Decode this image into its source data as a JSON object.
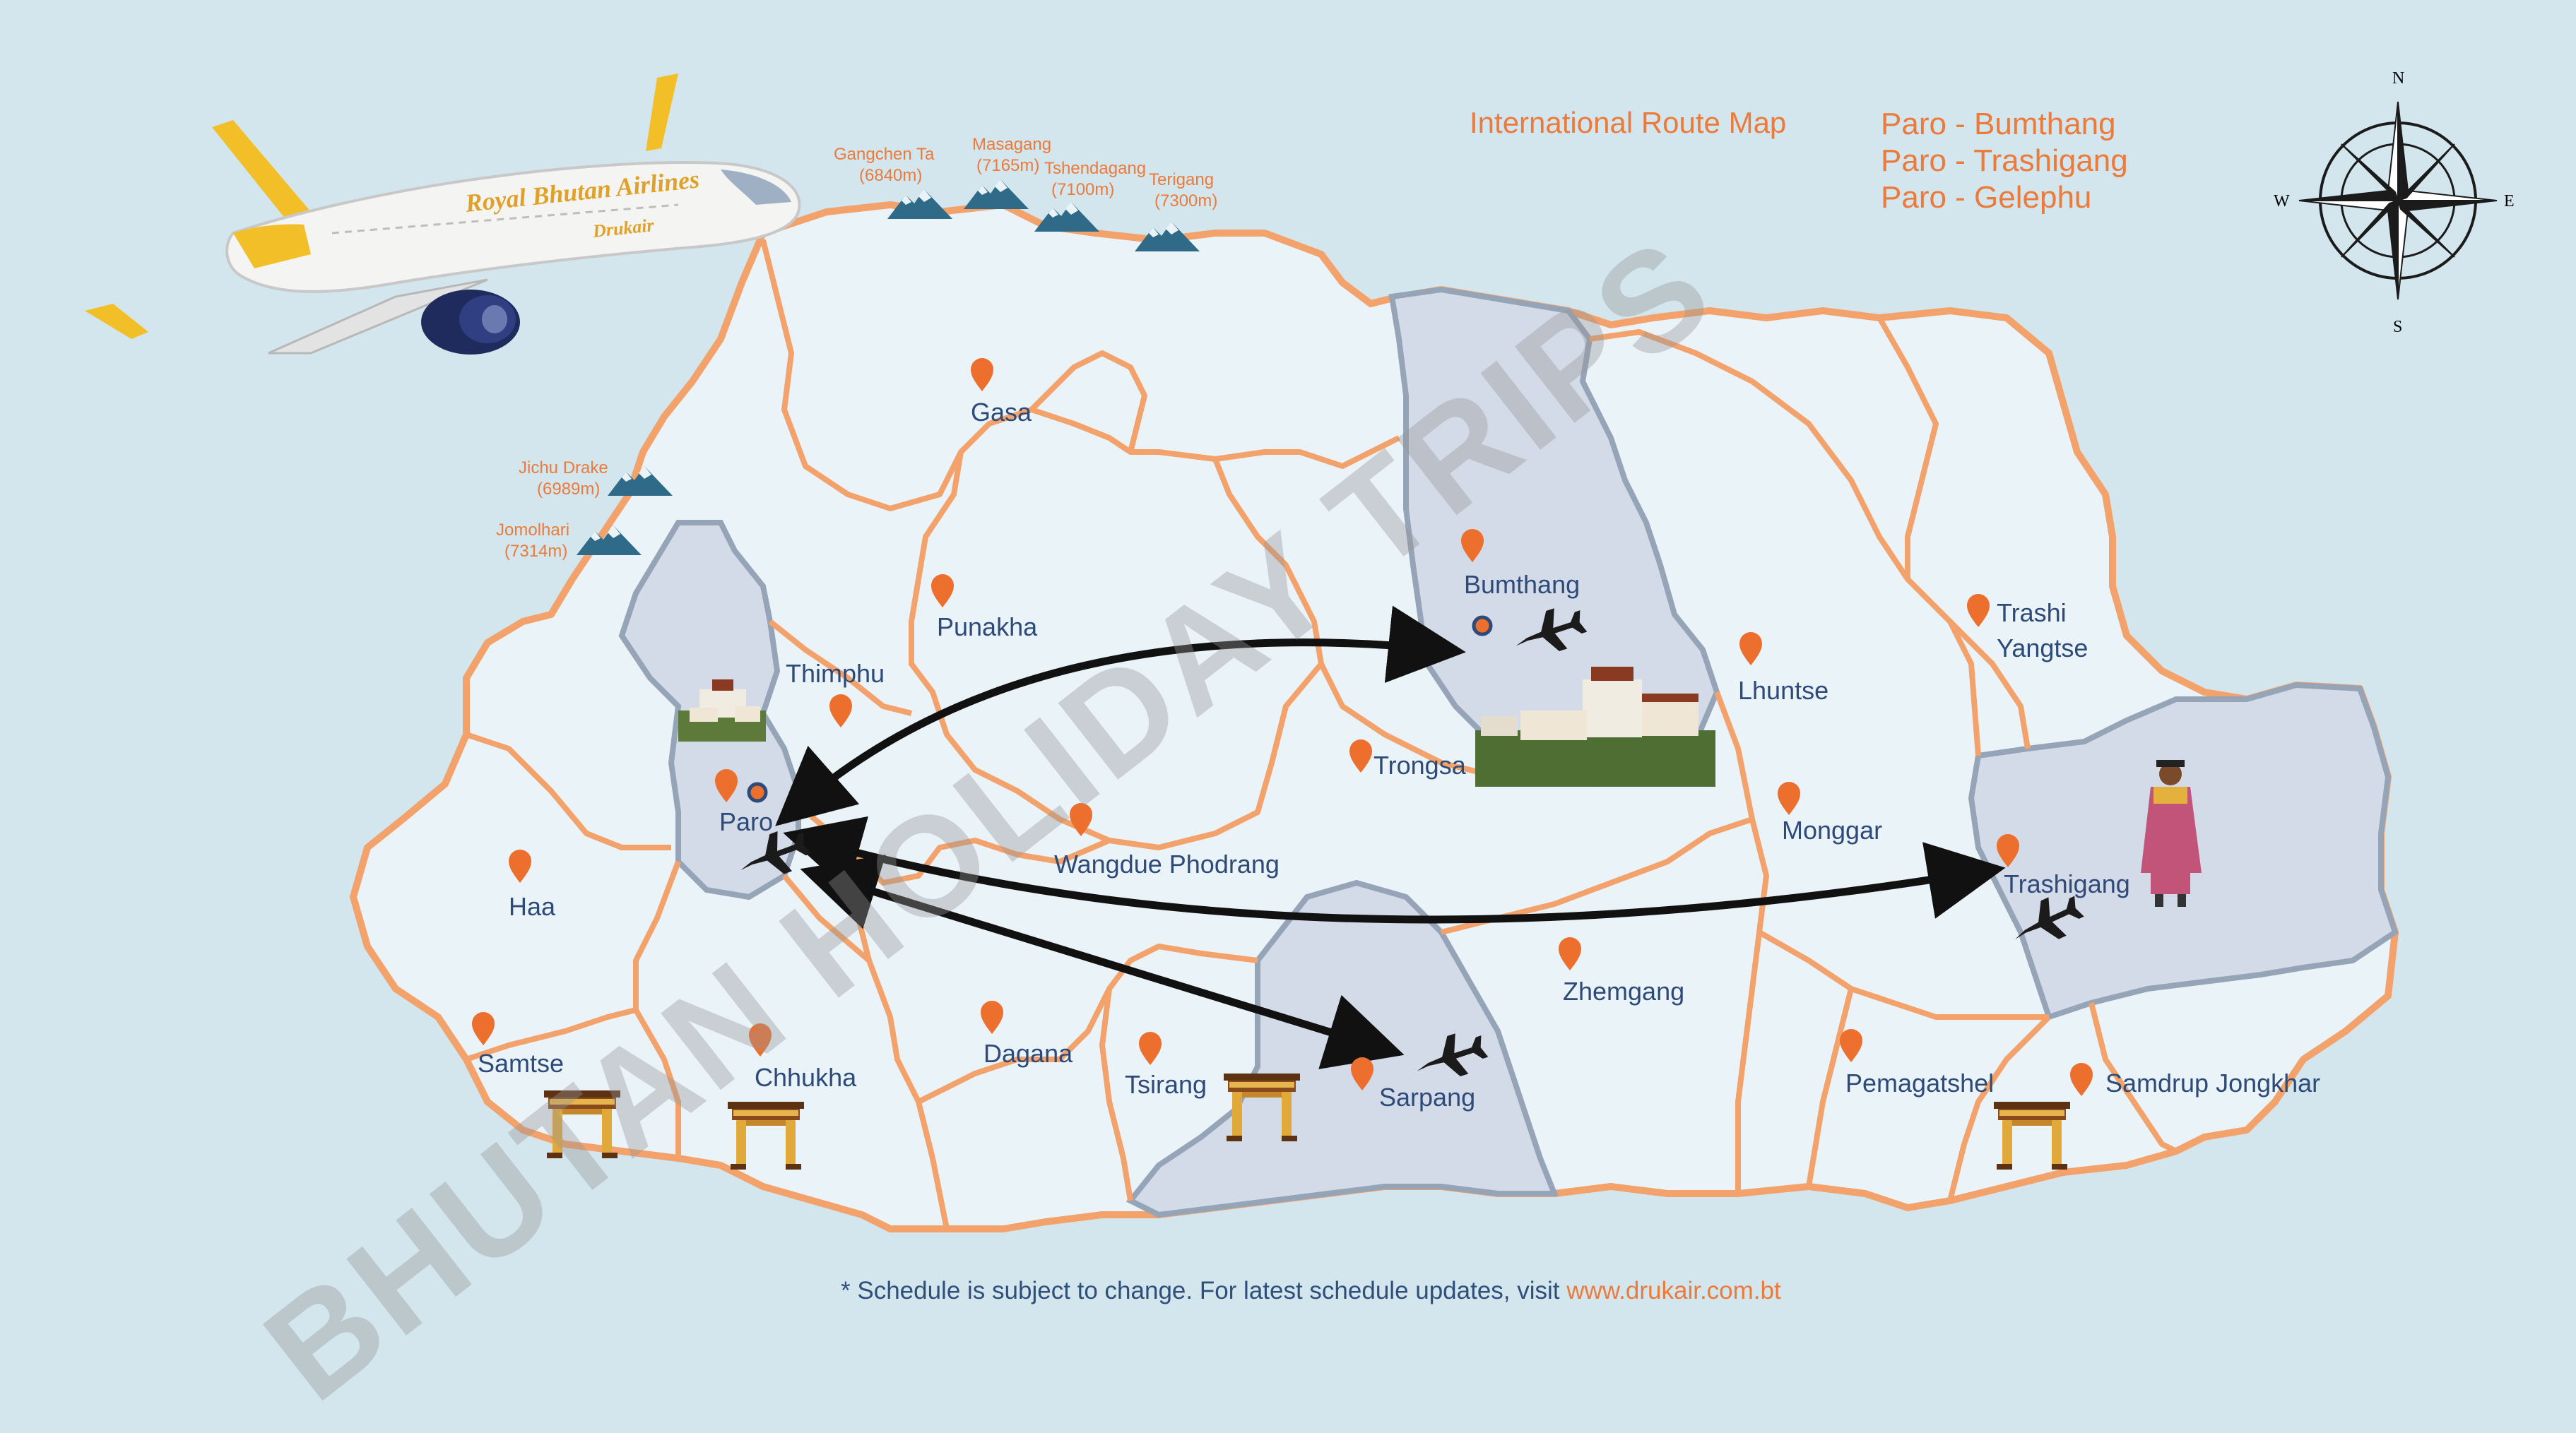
{
  "legend": {
    "title": "International Route Map",
    "routes": [
      "Paro - Bumthang",
      "Paro - Trashigang",
      "Paro - Gelephu"
    ]
  },
  "compass": {
    "north": "N",
    "south": "S",
    "east": "E",
    "west": "W"
  },
  "aircraft": {
    "livery": "Royal Bhutan Airlines",
    "sub_livery": "Drukair"
  },
  "watermark": "BHUTAN HOLIDAY TRIPS",
  "footer": {
    "text": "* Schedule is subject to change. For latest schedule updates, visit",
    "url": "www.drukair.com.bt"
  },
  "peaks": [
    {
      "name": "Gangchen Ta",
      "height": "(6840m)"
    },
    {
      "name": "Masagang",
      "height": "(7165m)"
    },
    {
      "name": "Tshendagang",
      "height": "(7100m)"
    },
    {
      "name": "Terigang",
      "height": "(7300m)"
    },
    {
      "name": "Jichu Drake",
      "height": "(6989m)"
    },
    {
      "name": "Jomolhari",
      "height": "(7314m)"
    }
  ],
  "districts": [
    "Gasa",
    "Punakha",
    "Thimphu",
    "Paro",
    "Haa",
    "Samtse",
    "Chhukha",
    "Dagana",
    "Tsirang",
    "Sarpang",
    "Wangdue Phodrang",
    "Trongsa",
    "Bumthang",
    "Lhuntse",
    "Zhemgang",
    "Monggar",
    "Pemagatshel",
    "Trashi",
    "Yangtse",
    "Trashigang",
    "Samdrup Jongkhar"
  ],
  "colors": {
    "background": "#d3e6ee",
    "land": "#eaf3f8",
    "highlight_land": "#d4dbe8",
    "border": "#f2a26a",
    "accent": "#ec7a3a",
    "label": "#2d4a78"
  }
}
